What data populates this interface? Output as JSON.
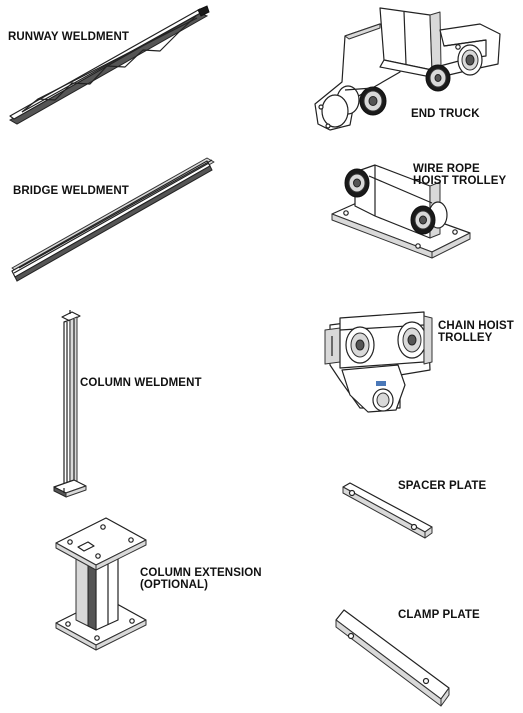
{
  "labels": {
    "runway_weldment": "RUNWAY WELDMENT",
    "bridge_weldment": "BRIDGE WELDMENT",
    "column_weldment": "COLUMN WELDMENT",
    "column_extension_1": "COLUMN EXTENSION",
    "column_extension_2": "(OPTIONAL)",
    "end_truck": "END TRUCK",
    "wire_rope_trolley_1": "WIRE ROPE",
    "wire_rope_trolley_2": "HOIST TROLLEY",
    "chain_hoist_trolley_1": "CHAIN HOIST",
    "chain_hoist_trolley_2": "TROLLEY",
    "spacer_plate": "SPACER PLATE",
    "clamp_plate": "CLAMP PLATE"
  }
}
